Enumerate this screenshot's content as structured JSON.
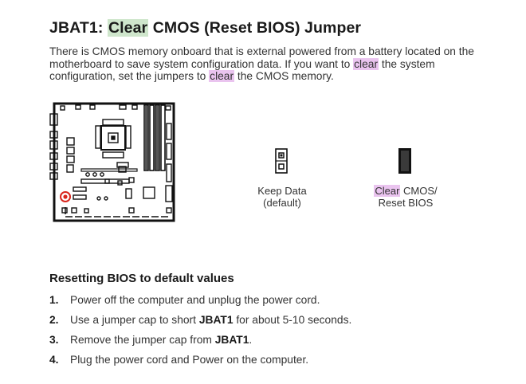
{
  "title": {
    "part1": "JBAT1: ",
    "highlight": "Clear",
    "part2": " CMOS (Reset BIOS) Jumper"
  },
  "intro": {
    "seg1": "There is CMOS memory onboard that is external powered from a battery located on the motherboard to save system configuration data. If you want to ",
    "hl1": "clear",
    "seg2": " the system configuration, set the jumpers to ",
    "hl2": "clear",
    "seg3": " the CMOS memory."
  },
  "jumpers": {
    "keep_data_line1": "Keep Data",
    "keep_data_line2": "(default)",
    "clear_hl": "Clear",
    "clear_line1_rest": " CMOS/",
    "clear_line2": "Reset BIOS"
  },
  "reset_section": {
    "heading": "Resetting BIOS to default values",
    "steps": [
      {
        "num": "1.",
        "text": "Power off the computer and unplug the power cord."
      },
      {
        "num": "2.",
        "pre": "Use a jumper cap to short ",
        "bold": "JBAT1",
        "post": " for about 5-10 seconds."
      },
      {
        "num": "3.",
        "pre": "Remove the jumper cap from ",
        "bold": "JBAT1",
        "post": "."
      },
      {
        "num": "4.",
        "text": "Plug the power cord and Power on the computer."
      }
    ]
  },
  "colors": {
    "green_highlight": "#cfe6cc",
    "pink_highlight": "#eac4ef",
    "indicator_red": "#d9251c"
  }
}
